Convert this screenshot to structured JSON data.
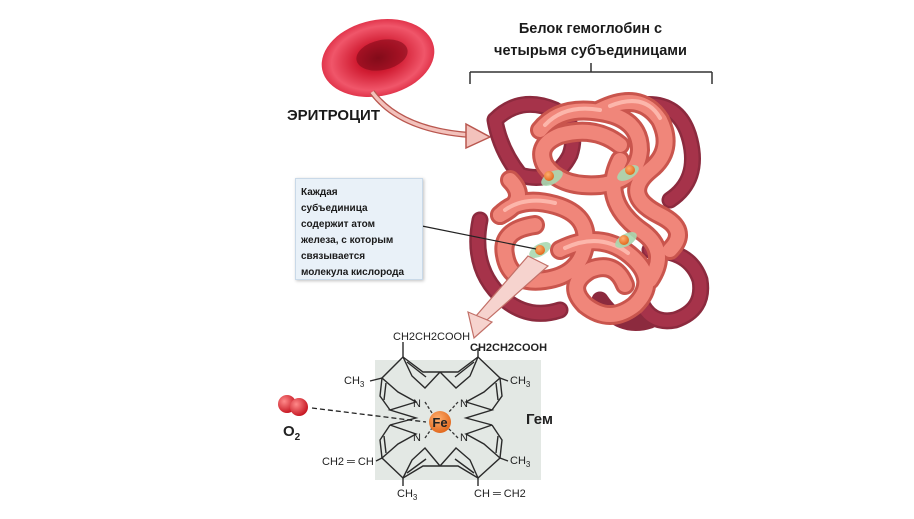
{
  "labels": {
    "erythrocyte": "ЭРИТРОЦИТ",
    "protein_title_line1": "Белок гемоглобин с",
    "protein_title_line2": "четырьмя субъединицами",
    "info": "Каждая\nсубъединица\nсодержит атом\nжелеза, с которым\nсвязывается\nмолекула кислорода",
    "heme": "Гем",
    "oxygen": "O",
    "oxygen_sub": "2"
  },
  "chem": {
    "top_left": "CH2CH2COOH",
    "top_right": "CH2CH2COOH",
    "methyl": "CH",
    "methyl_sub": "3",
    "vinyl_left": "CH2 ═ CH",
    "vinyl_right": "CH ═ CH2",
    "iron": "Fe",
    "nitrogen": "N"
  },
  "colors": {
    "rbc": "#e0263d",
    "ribbon_light": "#f0867a",
    "ribbon_dark": "#a6334a",
    "iron": "#e8772e",
    "oxygen": "#d8202c",
    "arrow": "#f3c2bc"
  }
}
